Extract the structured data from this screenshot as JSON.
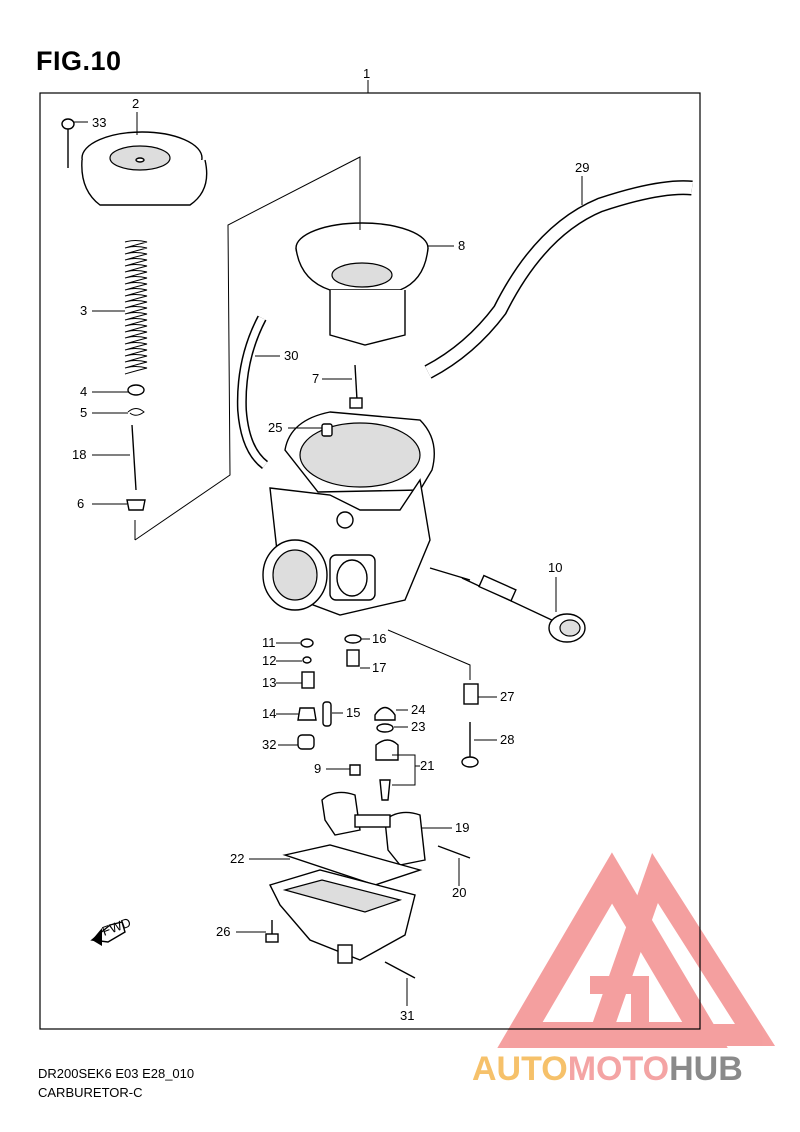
{
  "title": "FIG.10",
  "assembly_label": "1",
  "parts": [
    {
      "num": "2"
    },
    {
      "num": "33"
    },
    {
      "num": "3"
    },
    {
      "num": "4"
    },
    {
      "num": "5"
    },
    {
      "num": "18"
    },
    {
      "num": "6"
    },
    {
      "num": "8"
    },
    {
      "num": "29"
    },
    {
      "num": "30"
    },
    {
      "num": "7"
    },
    {
      "num": "25"
    },
    {
      "num": "10"
    },
    {
      "num": "11"
    },
    {
      "num": "12"
    },
    {
      "num": "13"
    },
    {
      "num": "14"
    },
    {
      "num": "15"
    },
    {
      "num": "32"
    },
    {
      "num": "16"
    },
    {
      "num": "17"
    },
    {
      "num": "24"
    },
    {
      "num": "23"
    },
    {
      "num": "21"
    },
    {
      "num": "9"
    },
    {
      "num": "27"
    },
    {
      "num": "28"
    },
    {
      "num": "19"
    },
    {
      "num": "22"
    },
    {
      "num": "20"
    },
    {
      "num": "26"
    },
    {
      "num": "31"
    }
  ],
  "fwd_label": "FWD",
  "footer": {
    "model_code": "DR200SEK6 E03 E28_010",
    "section_name": "CARBURETOR-C"
  },
  "watermark": {
    "text_a": "AUTO",
    "text_b": "MOTO",
    "text_c": "HUB",
    "color_a": "#f6c16a",
    "color_b": "#f4a4a4",
    "color_c": "#8a8a8a",
    "logo_color": "#f38f8f"
  }
}
